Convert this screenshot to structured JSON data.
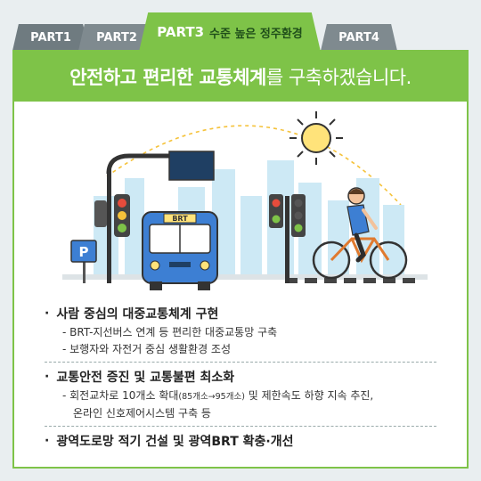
{
  "tabs": [
    {
      "label": "PART1"
    },
    {
      "label": "PART2"
    },
    {
      "label": "PART3",
      "accent": "수준 높은 정주환경"
    },
    {
      "label": "PART4"
    }
  ],
  "banner": {
    "bold": "안전하고 편리한 교통체계",
    "light": "를 구축하겠습니다."
  },
  "illustration": {
    "bus_sign": "BRT",
    "parking_sign": "P"
  },
  "items": [
    {
      "title": "사람 중심의 대중교통체계 구현",
      "subs": [
        "- BRT-지선버스 연계 등 편리한 대중교통망 구축",
        "- 보행자와 자전거 중심 생활환경 조성"
      ]
    },
    {
      "title": "교통안전 증진 및 교통불편 최소화",
      "sub_a": "- 회전교차로 10개소 확대",
      "sub_a_small": "(85개소→95개소)",
      "sub_a_tail": " 및 제한속도 하향 지속 추진,",
      "sub_b": "온라인 신호제어시스템 구축 등"
    },
    {
      "title": "광역도로망 적기 건설 및 광역BRT 확충·개선"
    }
  ],
  "colors": {
    "green": "#7ec348",
    "tab_gray": "#6f7b80",
    "bus_blue": "#3d7fd3",
    "sun": "#ffe37a"
  }
}
